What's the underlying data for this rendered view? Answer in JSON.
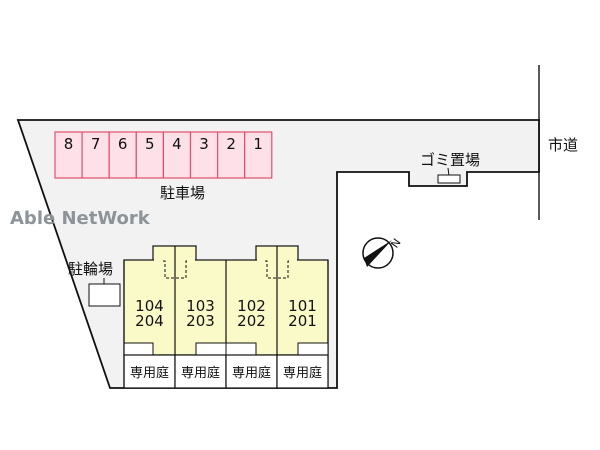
{
  "watermark": "Able NetWork",
  "road_label": "市道",
  "parking": {
    "label": "駐車場",
    "spaces": [
      "8",
      "7",
      "6",
      "5",
      "4",
      "3",
      "2",
      "1"
    ]
  },
  "bicycle_parking_label": "駐輪場",
  "garbage_label": "ゴミ置場",
  "compass_label": "N",
  "units": [
    {
      "lower": "104",
      "upper": "204",
      "garden": "専用庭"
    },
    {
      "lower": "103",
      "upper": "203",
      "garden": "専用庭"
    },
    {
      "lower": "102",
      "upper": "202",
      "garden": "専用庭"
    },
    {
      "lower": "101",
      "upper": "201",
      "garden": "専用庭"
    }
  ],
  "colors": {
    "lot": "#f2f2f2",
    "parking": "#fde0e8",
    "parking_stroke": "#e0506e",
    "building": "#fafac8",
    "watermark": "#8c9499"
  }
}
